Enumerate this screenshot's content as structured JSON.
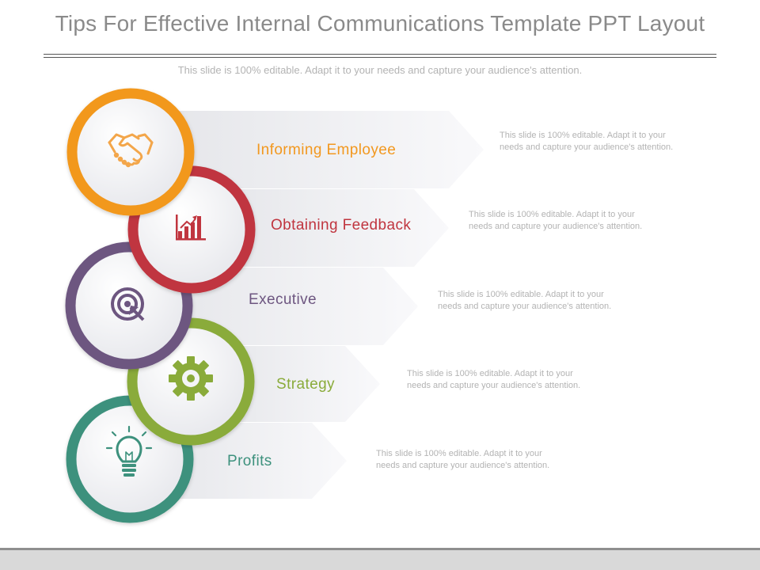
{
  "slide": {
    "title": "Tips For  Effective  Internal Communications Template PPT Layout",
    "subtitle": "This slide is 100% editable. Adapt it to your needs and capture your audience's attention."
  },
  "steps": [
    {
      "label": "Informing  Employee",
      "color": "#f2981f",
      "icon": "handshake-icon",
      "description": "This slide is 100% editable. Adapt it to your needs and capture your audience's attention."
    },
    {
      "label": "Obtaining  Feedback",
      "color": "#c0353f",
      "icon": "bar-chart-icon",
      "description": "This slide is 100% editable. Adapt it to your needs and capture your audience's attention."
    },
    {
      "label": "Executive",
      "color": "#6d5680",
      "icon": "target-icon",
      "description": "This slide is 100% editable. Adapt it to your needs and capture your audience's attention."
    },
    {
      "label": "Strategy",
      "color": "#8aab3a",
      "icon": "gear-icon",
      "description": "This slide is 100% editable. Adapt it to your needs and capture your audience's attention."
    },
    {
      "label": "Profits",
      "color": "#3d917d",
      "icon": "lightbulb-icon",
      "description": "This slide is 100% editable. Adapt it to your needs and capture your audience's attention."
    }
  ]
}
